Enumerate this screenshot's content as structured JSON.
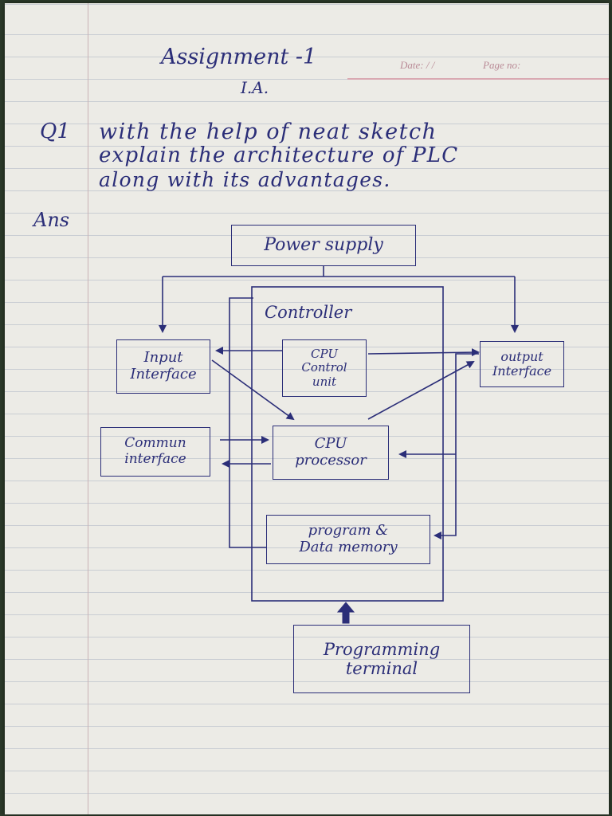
{
  "header": {
    "title": "Assignment -1",
    "subtitle": "I.A.",
    "date_label": "Date: / /",
    "page_label": "Page no:"
  },
  "question": {
    "number": "Q1",
    "line1": "with the help of neat sketch",
    "line2": "explain the architecture of PLC",
    "line3": "along with its advantages."
  },
  "answer_label": "Ans",
  "diagram": {
    "power_supply": "Power supply",
    "controller": "Controller",
    "input_line1": "Input",
    "input_line2": "Interface",
    "cpu_cu_line1": "CPU",
    "cpu_cu_line2": "Control",
    "cpu_cu_line3": "unit",
    "output_line1": "output",
    "output_line2": "Interface",
    "comm_line1": "Commun",
    "comm_line2": "interface",
    "cpu_proc_line1": "CPU",
    "cpu_proc_line2": "processor",
    "memory_line1": "program &",
    "memory_line2": "Data memory",
    "prog_term_line1": "Programming",
    "prog_term_line2": "terminal"
  },
  "colors": {
    "ink": "#2b2e78",
    "paper": "#ecebe6",
    "rule": "#c9cdd3",
    "margin": "#c9b3b6"
  }
}
